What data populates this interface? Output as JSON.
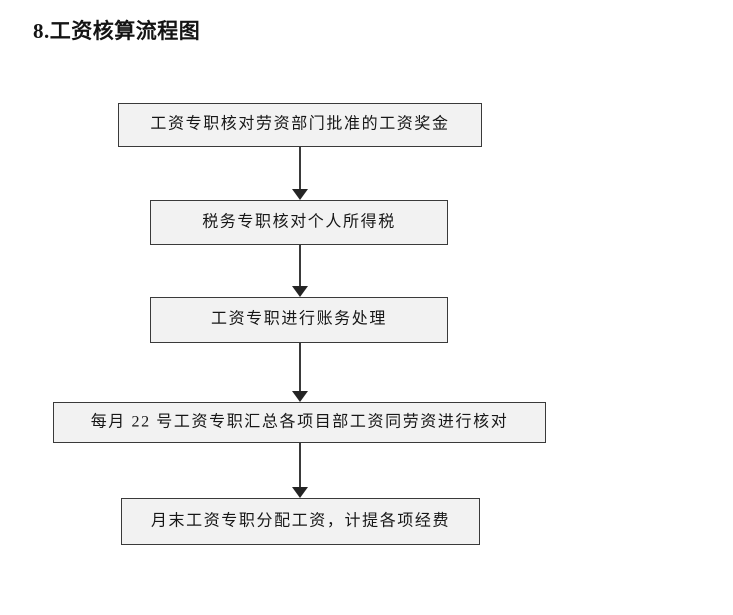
{
  "document": {
    "title": "8.工资核算流程图",
    "background_color": "#ffffff",
    "text_color": "#171717"
  },
  "flowchart": {
    "box_fill_color": "#f2f2f2",
    "box_border_color": "#3a3a3a",
    "arrow_color": "#242424",
    "nodes": [
      {
        "id": "node-1",
        "label": "工资专职核对劳资部门批准的工资奖金"
      },
      {
        "id": "node-2",
        "label": "税务专职核对个人所得税"
      },
      {
        "id": "node-3",
        "label": "工资专职进行账务处理"
      },
      {
        "id": "node-4",
        "label": "每月 22 号工资专职汇总各项目部工资同劳资进行核对"
      },
      {
        "id": "node-5",
        "label": "月末工资专职分配工资，计提各项经费"
      }
    ],
    "connectors": [
      {
        "id": "connector-1",
        "from": "node-1",
        "to": "node-2",
        "icon": "down-arrow-icon"
      },
      {
        "id": "connector-2",
        "from": "node-2",
        "to": "node-3",
        "icon": "down-arrow-icon"
      },
      {
        "id": "connector-3",
        "from": "node-3",
        "to": "node-4",
        "icon": "down-arrow-icon"
      },
      {
        "id": "connector-4",
        "from": "node-4",
        "to": "node-5",
        "icon": "down-arrow-icon"
      }
    ]
  }
}
